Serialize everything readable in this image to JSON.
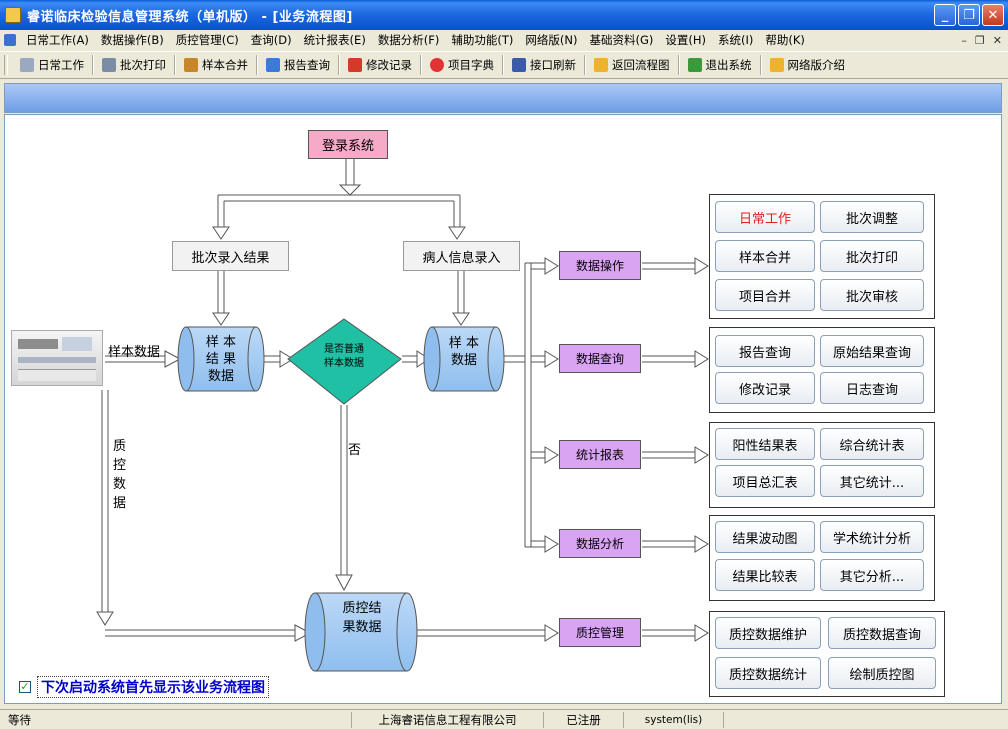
{
  "window": {
    "title": "睿诺临床检验信息管理系统（单机版） - [业务流程图]"
  },
  "menu": [
    "日常工作(A)",
    "数据操作(B)",
    "质控管理(C)",
    "查询(D)",
    "统计报表(E)",
    "数据分析(F)",
    "辅助功能(T)",
    "网络版(N)",
    "基础资料(G)",
    "设置(H)",
    "系统(I)",
    "帮助(K)"
  ],
  "toolbar": [
    {
      "label": "日常工作",
      "icon": "user-icon",
      "color": "#9aa8c0"
    },
    {
      "label": "批次打印",
      "icon": "printer-icon",
      "color": "#7a8ca8"
    },
    {
      "label": "样本合并",
      "icon": "merge-icon",
      "color": "#c8862a"
    },
    {
      "label": "报告查询",
      "icon": "magnifier-icon",
      "color": "#3a7bd5"
    },
    {
      "label": "修改记录",
      "icon": "edit-icon",
      "color": "#d43a2a"
    },
    {
      "label": "项目字典",
      "icon": "dictionary-icon",
      "color": "#e03434"
    },
    {
      "label": "接口刷新",
      "icon": "interface-icon",
      "color": "#3a5ca8"
    },
    {
      "label": "返回流程图",
      "icon": "back-arrow-icon",
      "color": "#f0b030"
    },
    {
      "label": "退出系统",
      "icon": "exit-icon",
      "color": "#3a9a3a"
    },
    {
      "label": "网络版介绍",
      "icon": "forward-arrow-icon",
      "color": "#f0b030"
    }
  ],
  "flow": {
    "login": "登录系统",
    "batch_entry": "批次录入结果",
    "patient_entry": "病人信息录入",
    "sample_data_label": "样本数据",
    "qc_data_label": [
      "质",
      "控",
      "数",
      "据"
    ],
    "cyl1": [
      "样 本",
      "结 果",
      "数据"
    ],
    "diamond": [
      "是否普通",
      "样本数据"
    ],
    "cyl2": [
      "样 本",
      "数据"
    ],
    "no_label": "否",
    "qc_cyl": [
      "质控结",
      "果数据"
    ],
    "ops": [
      "数据操作",
      "数据查询",
      "统计报表",
      "数据分析",
      "质控管理"
    ]
  },
  "panels": {
    "data_ops": [
      "日常工作",
      "批次调整",
      "样本合并",
      "批次打印",
      "项目合并",
      "批次审核"
    ],
    "data_query": [
      "报告查询",
      "原始结果查询",
      "修改记录",
      "日志查询"
    ],
    "stats": [
      "阳性结果表",
      "综合统计表",
      "项目总汇表",
      "其它统计..."
    ],
    "analysis": [
      "结果波动图",
      "学术统计分析",
      "结果比较表",
      "其它分析..."
    ],
    "qc": [
      "质控数据维护",
      "质控数据查询",
      "质控数据统计",
      "绘制质控图"
    ]
  },
  "checkbox": {
    "checked": true,
    "label": "下次启动系统首先显示该业务流程图"
  },
  "status": {
    "state": "等待",
    "company": "上海睿诺信息工程有限公司",
    "registered": "已注册",
    "user": "system(lis)"
  }
}
